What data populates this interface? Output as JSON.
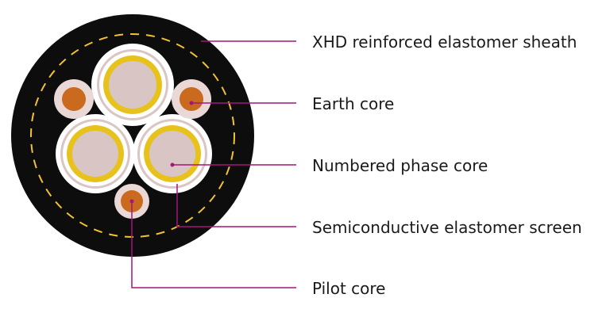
{
  "labels": {
    "sheath": "XHD reinforced elastomer sheath",
    "earth": "Earth core",
    "phase": "Numbered phase core",
    "screen": "Semiconductive elastomer screen",
    "pilot": "Pilot core"
  },
  "colors": {
    "sheath": "#0d0d0d",
    "dashed_ring": "#f2c230",
    "insulation": "#e9d8d6",
    "conductor_copper": "#c96a1e",
    "phase_conductor": "#d9c6c4",
    "phase_ring": "#e8c21c",
    "phase_outer": "#ffffff",
    "leader_line": "#a3177a",
    "text": "#1a1a1a"
  }
}
